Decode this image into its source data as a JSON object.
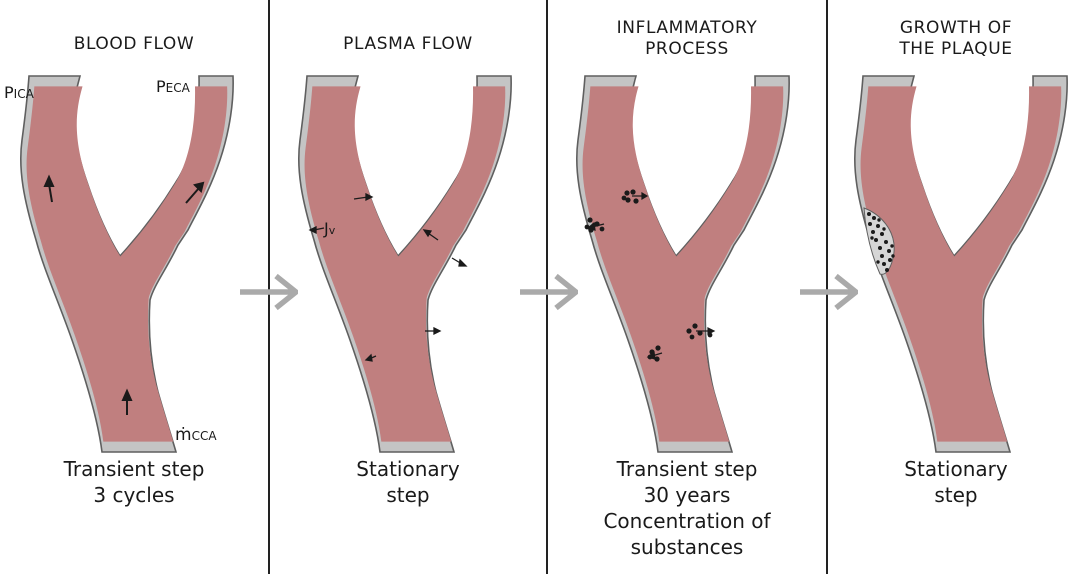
{
  "colors": {
    "lumen": "#c07f7f",
    "wall": "#c4c4c4",
    "wall_edge": "#5f5f5f",
    "arrow": "#aaaaaa",
    "divider": "#222222",
    "text": "#1a1a1a"
  },
  "panels": [
    {
      "title": "BLOOD FLOW",
      "caption": "Transient step\n3 cycles",
      "labels": {
        "p_ica_main": "P",
        "p_ica_sub": "ICA",
        "p_eca_main": "P",
        "p_eca_sub": "ECA",
        "m_cca_main": "ṁ",
        "m_cca_sub": "CCA"
      }
    },
    {
      "title": "PLASMA FLOW",
      "caption": "Stationary\nstep",
      "labels": {
        "jv_main": "J",
        "jv_sub": "v"
      }
    },
    {
      "title": "INFLAMMATORY\nPROCESS",
      "caption": "Transient step\n30 years\nConcentration of\nsubstances",
      "labels": {}
    },
    {
      "title": "GROWTH OF\nTHE PLAQUE",
      "caption": "Stationary\nstep",
      "labels": {}
    }
  ],
  "step_arrows": [
    "arrow-right-icon",
    "arrow-right-icon",
    "arrow-right-icon"
  ]
}
